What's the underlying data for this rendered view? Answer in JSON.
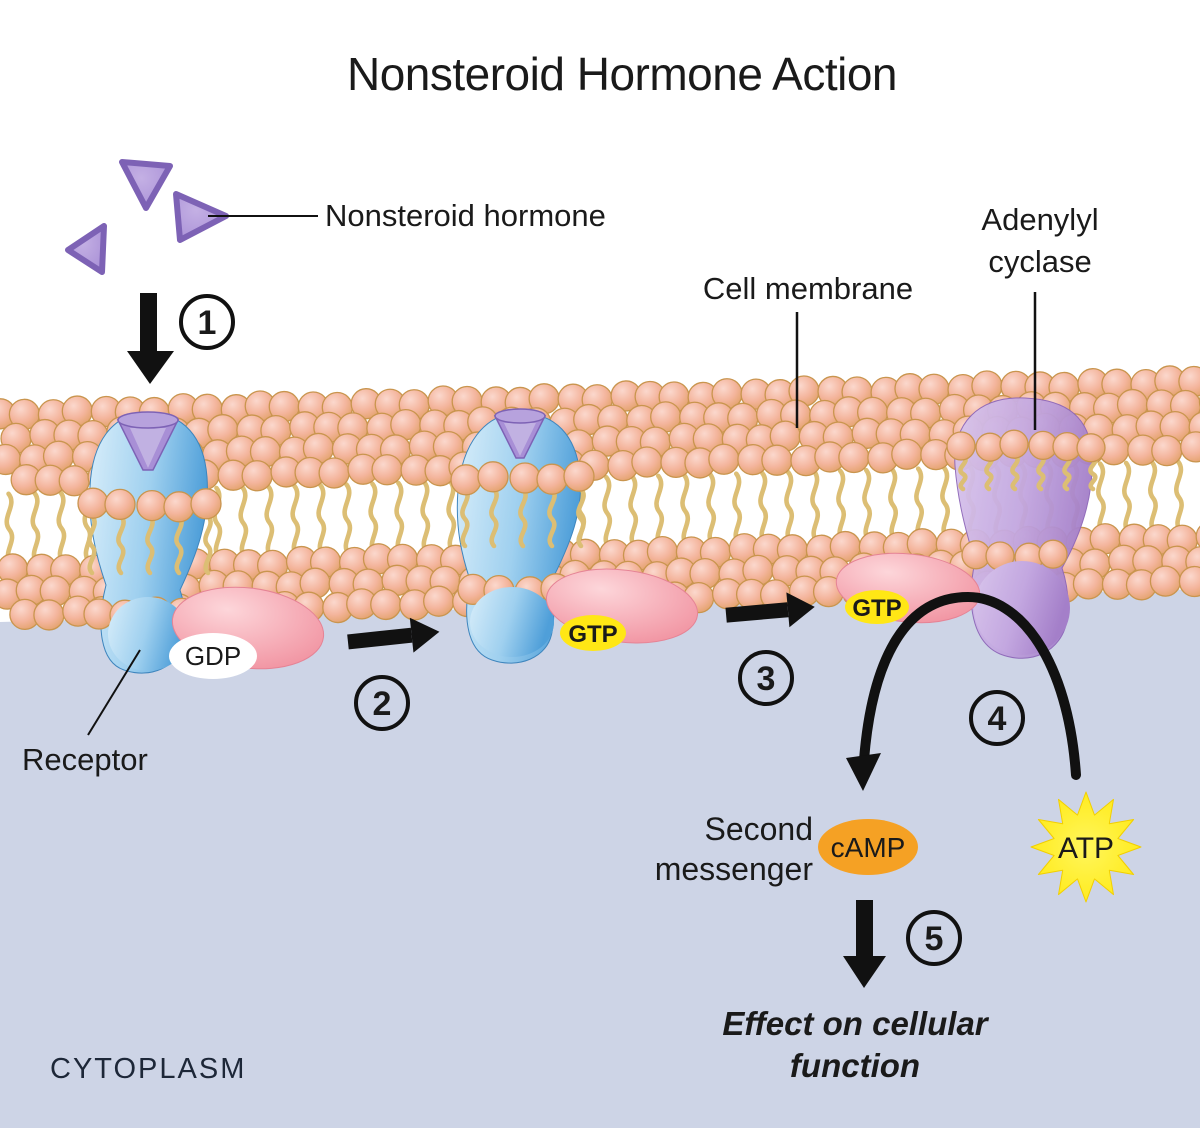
{
  "title": "Nonsteroid Hormone Action",
  "labels": {
    "hormone": "Nonsteroid hormone",
    "cell_membrane": "Cell membrane",
    "adenylyl_line1": "Adenylyl",
    "adenylyl_line2": "cyclase",
    "receptor": "Receptor",
    "gdp": "GDP",
    "gtp_middle": "GTP",
    "gtp_right": "GTP",
    "second_messenger_line1": "Second",
    "second_messenger_line2": "messenger",
    "camp": "cAMP",
    "atp": "ATP",
    "effect_line1": "Effect on cellular",
    "effect_line2": "function",
    "cytoplasm": "CYTOPLASM"
  },
  "steps": [
    "1",
    "2",
    "3",
    "4",
    "5"
  ],
  "colors": {
    "background": "#ffffff",
    "cytoplasm_bg": "#cdd4e6",
    "membrane_head_center": "#fbd8cd",
    "membrane_head_mid": "#f4b59d",
    "membrane_head_edge": "#e2a169",
    "membrane_head_outline": "#c9954e",
    "membrane_tail": "#dcbe74",
    "receptor_light": "#d9eefa",
    "receptor_dark": "#4f9fd9",
    "hormone_purple": "#a88fd6",
    "hormone_purple_dark": "#7d62b5",
    "gprotein_light": "#fdd6da",
    "gprotein_dark": "#f08d9c",
    "cyclase_light": "#d9c6ec",
    "cyclase_dark": "#a47fc9",
    "gtp_yellow": "#ffe715",
    "camp_orange": "#f5a124",
    "atp_yellow": "#ffe913",
    "arrow_black": "#111111",
    "text_dark": "#1a1a1a",
    "cytoplasm_text": "#1d2738"
  }
}
